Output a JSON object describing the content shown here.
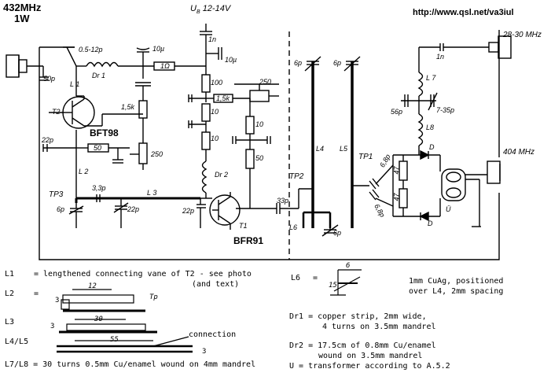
{
  "header": {
    "freq": "432MHz",
    "power": "1W",
    "url": "http://www.qsl.net/va3iul",
    "supply_label": "U",
    "supply_sub": "B",
    "supply_value": "12-14V"
  },
  "ports": {
    "if_in": "28-30 MHz",
    "lo_in": "404 MHz"
  },
  "components": {
    "c_trim_in": "0.5-12p",
    "dr1": "Dr 1",
    "c_10u_top": "10µ",
    "r_1r": "1Ω",
    "c_1n_top": "1n",
    "c_10u_right": "10µ",
    "c_50p": "50p",
    "l1": "L 1",
    "t2": "T2",
    "r_1k5_left": "1,5k",
    "bft98": "BFT98",
    "c_22p_left": "22p",
    "r_50_left": "50",
    "r_250_left": "250",
    "r_100": "100",
    "r_1k5_mid": "1,5k",
    "r_250_mid": "250",
    "r_10_a": "10",
    "r_10_b": "10",
    "r_10_c": "10",
    "r_50_mid": "50",
    "l2": "L 2",
    "dr2": "Dr 2",
    "tp3": "TP3",
    "c_6p_left": "6p",
    "c_3p3": "3,3p",
    "l3": "L 3",
    "c_22p_mid": "22p",
    "c_22p_t1": "22p",
    "t1": "T1",
    "c_33p": "33p",
    "bfr91": "BFR91",
    "tp2": "TP2",
    "c_6p_l4": "6p",
    "l4": "L4",
    "c_6p_l5": "6p",
    "l5": "L5",
    "tp1": "TP1",
    "l6": "L6",
    "c_6p_bottom": "6p",
    "c_1n_right": "1n",
    "l7": "L 7",
    "c_56p": "56p",
    "c_7_35p": "7-35p",
    "l8": "L8",
    "c_6_8p_a": "6,8p",
    "c_6_8p_b": "6,8p",
    "r_47_a": "47",
    "r_47_b": "47",
    "d_a": "D",
    "d_b": "D",
    "u_label": "Ü"
  },
  "legend": {
    "l1_key": "L1",
    "l1_text": "= lengthened connecting vane of T2 - see photo",
    "l1_text2": "(and text)",
    "l2_key": "L2",
    "l2_eq": "=",
    "l2_dim_w": "12",
    "l2_dim_h": "3",
    "l2_tp": "Tp",
    "l3_key": "L3",
    "l3_dim_w": "30",
    "l3_dim_h": "3",
    "l45_key": "L4/L5",
    "l45_dim_w": "55",
    "l45_conn": "connection",
    "l45_dim_h": "3",
    "l78_text": "L7/L8 = 30 turns 0.5mm Cu/enamel wound on 4mm mandrel",
    "l6_key": "L6",
    "l6_eq": "=",
    "l6_dim_w": "6",
    "l6_dim_h": "15",
    "l6_text1": "1mm CuAg, positioned",
    "l6_text2": "over L4, 2mm spacing",
    "dr1_text1": "Dr1  = copper strip, 2mm wide,",
    "dr1_text2": "4 turns on 3.5mm mandrel",
    "dr2_text1": "Dr2 = 17.5cm of 0.8mm Cu/enamel",
    "dr2_text2": "wound  on 3.5mm mandrel",
    "u_text": "U    = transformer according to A.5.2"
  }
}
